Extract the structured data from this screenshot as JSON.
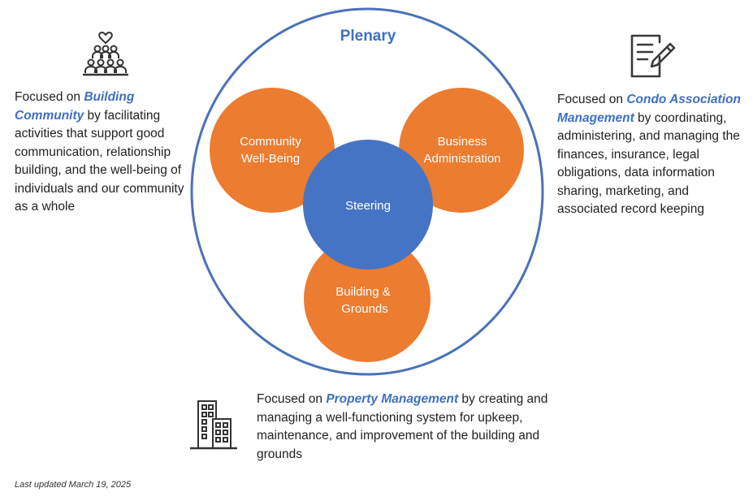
{
  "diagram": {
    "plenary": "Plenary",
    "nodes": {
      "community": [
        "Community",
        "Well-Being"
      ],
      "business": [
        "Business",
        "Administration"
      ],
      "building": [
        "Building &",
        "Grounds"
      ],
      "steering": "Steering"
    },
    "colors": {
      "outer_ring": "#4a72b8",
      "orange": "#ec7c30",
      "blue": "#4674c4",
      "accent_text": "#3f6fc2"
    }
  },
  "left": {
    "pre": "Focused on ",
    "em": "Building Community",
    "post": " by facilitating activities that support good communication, relationship building, and the well-being of individuals and our community as a whole",
    "icon": "community-people-icon"
  },
  "right": {
    "pre": "Focused on ",
    "em": "Condo Association Management",
    "post": " by coordinating, administering, and managing the finances, insurance, legal obligations, data information sharing, marketing, and associated record keeping",
    "icon": "form-edit-icon"
  },
  "bottom": {
    "pre": "Focused on ",
    "em": "Property Management",
    "post": " by creating and managing a well-functioning system for upkeep, maintenance, and improvement of the building and grounds",
    "icon": "building-icon"
  },
  "footnote": "Last updated March 19, 2025"
}
